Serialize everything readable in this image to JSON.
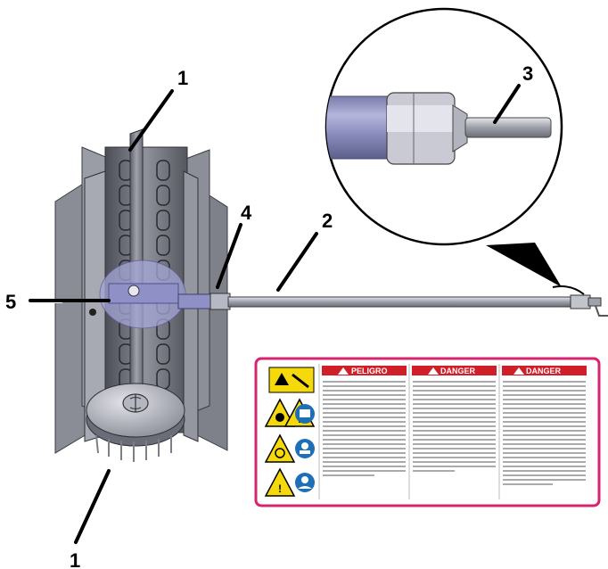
{
  "callouts": {
    "c1_top": "1",
    "c1_bottom": "1",
    "c2": "2",
    "c3": "3",
    "c4": "4",
    "c5": "5"
  },
  "safety_label": {
    "col1_header": "PELIGRO",
    "col2_header": "DANGER",
    "col3_header": "DANGER"
  },
  "colors": {
    "label_border": "#d6246e",
    "label_header": "#d11f2a",
    "warning_yellow": "#f5d90a",
    "metal_dark": "#6d6f7c",
    "metal_light": "#c9cbd3",
    "hub_purple": "#9d9fd0"
  },
  "icons": [
    "hand-crush-warning-icon",
    "rotating-brush-warning-icon",
    "eye-protection-icon",
    "hearing-protection-icon",
    "read-manual-icon",
    "face-mask-icon"
  ]
}
